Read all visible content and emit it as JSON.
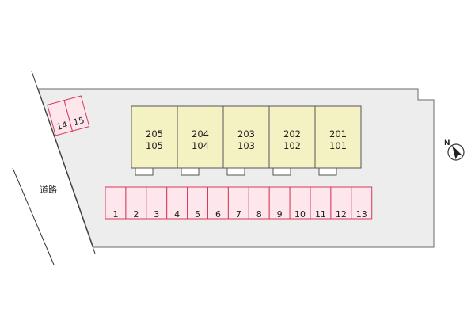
{
  "road": {
    "label": "道路"
  },
  "buildings": [
    {
      "upper": "205",
      "lower": "105"
    },
    {
      "upper": "204",
      "lower": "104"
    },
    {
      "upper": "203",
      "lower": "103"
    },
    {
      "upper": "202",
      "lower": "102"
    },
    {
      "upper": "201",
      "lower": "101"
    }
  ],
  "parking_main": [
    "1",
    "2",
    "3",
    "4",
    "5",
    "6",
    "7",
    "8",
    "9",
    "10",
    "11",
    "12",
    "13"
  ],
  "parking_side": [
    "14",
    "15"
  ],
  "compass": {
    "label": "N"
  },
  "colors": {
    "lot": "#ededed",
    "building": "#f4f2c2",
    "parking_fill": "#fde6ec",
    "parking_border": "#d93a5a"
  }
}
